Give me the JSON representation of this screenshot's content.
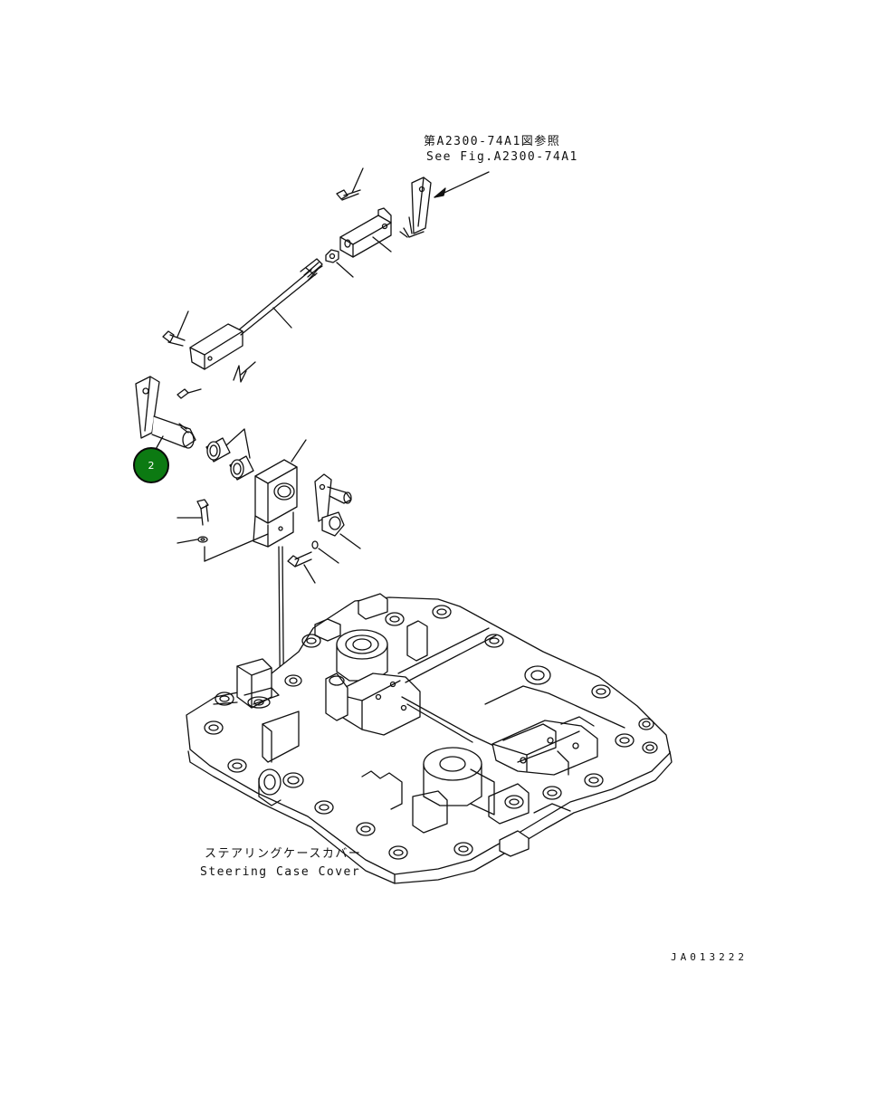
{
  "reference_note": {
    "line_ja": "第A2300-74A1図参照",
    "line_en": "See Fig.A2300-74A1"
  },
  "case_label": {
    "line_ja": "ステアリングケースカバー",
    "line_en": "Steering Case Cover"
  },
  "drawing_number": "JA013222",
  "callout_badge": {
    "number": "2",
    "color": "#0c7a12"
  }
}
